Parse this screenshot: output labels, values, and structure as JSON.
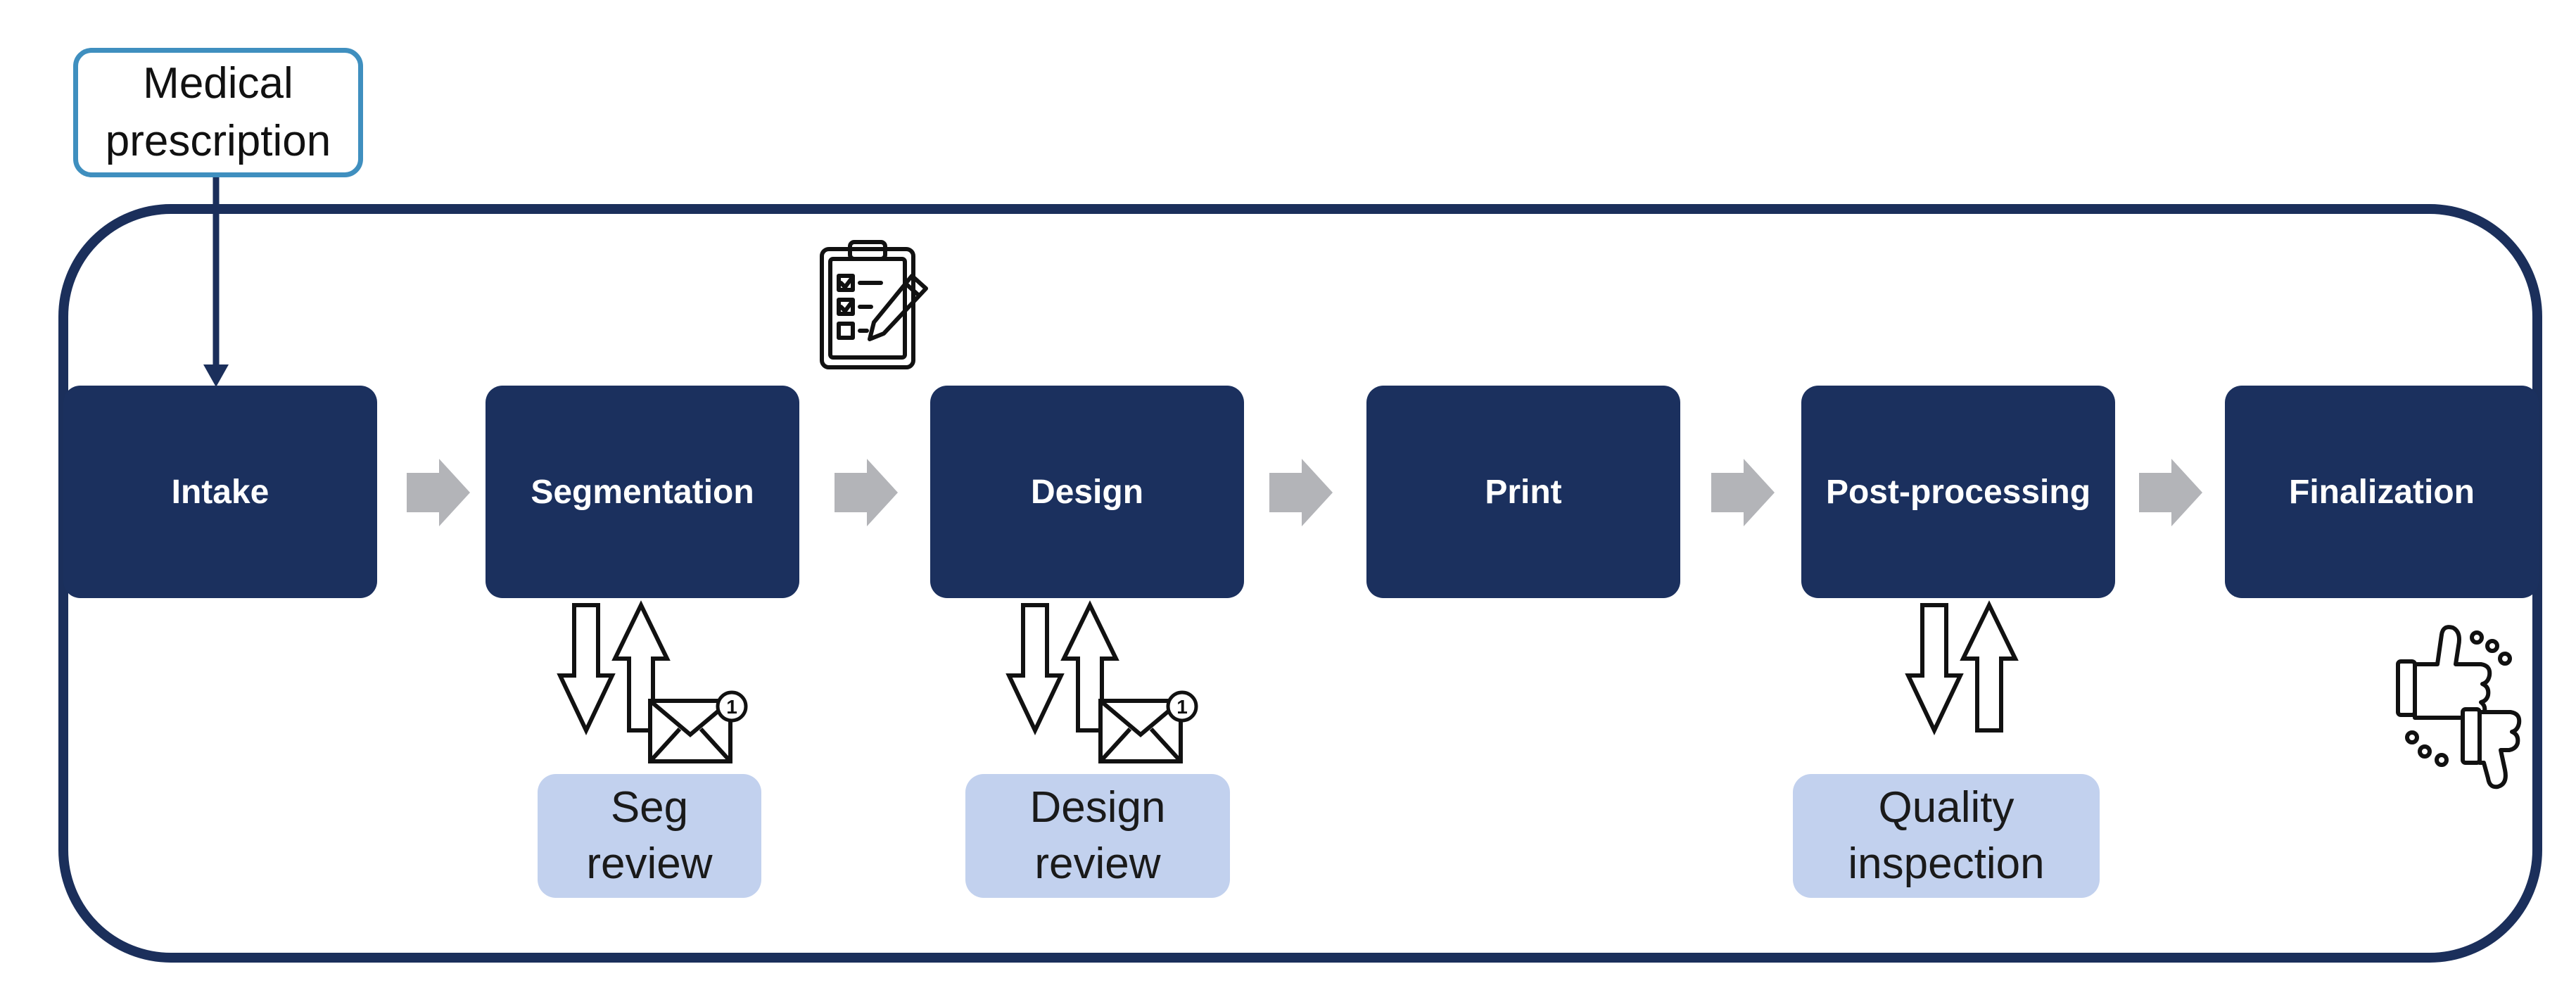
{
  "input": {
    "line1": "Medical",
    "line2": "prescription"
  },
  "stages": [
    "Intake",
    "Segmentation",
    "Design",
    "Print",
    "Post-processing",
    "Finalization"
  ],
  "reviews": {
    "seg": {
      "line1": "Seg",
      "line2": "review"
    },
    "design": {
      "line1": "Design",
      "line2": "review"
    },
    "quality": {
      "line1": "Quality",
      "line2": "inspection"
    }
  },
  "mail_badge": "1",
  "icons": [
    "clipboard-checklist-icon",
    "mail-icon",
    "thumbs-up-down-icon",
    "double-arrow-icon"
  ],
  "colors": {
    "stage": "#1b305e",
    "frame": "#1b2f5b",
    "review": "#c2d1ee",
    "arrow": "#b3b4b8",
    "input_border": "#3f8fbf"
  }
}
